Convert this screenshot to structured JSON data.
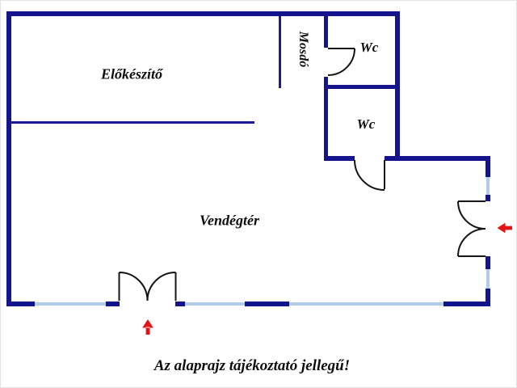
{
  "floorplan": {
    "rooms": [
      {
        "id": "elokeszito",
        "label": "Előkészítő"
      },
      {
        "id": "mosdo",
        "label": "Mosdó"
      },
      {
        "id": "wc-upper",
        "label": "Wc"
      },
      {
        "id": "wc-lower",
        "label": "Wc"
      },
      {
        "id": "vendegter",
        "label": "Vendégtér"
      }
    ],
    "caption": "Az alaprajz tájékoztató jellegű!",
    "icons": [
      "entrance-arrow-up-icon",
      "entrance-arrow-left-icon"
    ],
    "colors": {
      "wall": "#14148C",
      "window": "#B2CBE8",
      "door_line": "#141414",
      "arrow": "#E41414",
      "background": "#FFFFFF",
      "text": "#0D0D0D"
    }
  }
}
